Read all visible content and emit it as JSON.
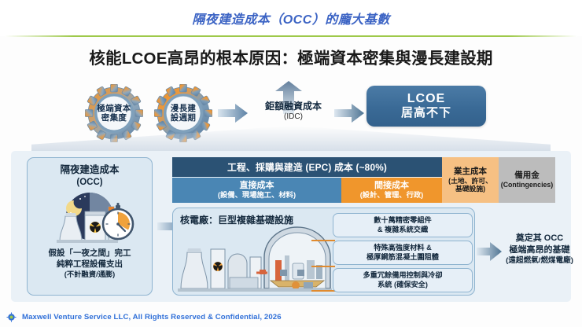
{
  "header": {
    "title": "隔夜建造成本（OCC）的龐大基數"
  },
  "main_title": "核能LCOE高昂的根本原因：極端資本密集與漫長建設期",
  "flow": {
    "gear_a_line1": "極端資本",
    "gear_a_line2": "密集度",
    "gear_b_line1": "漫長建",
    "gear_b_line2": "設週期",
    "idc_label": "鉅額融資成本",
    "idc_sub": "(IDC)",
    "lcoe_en": "LCOE",
    "lcoe_zh": "居高不下"
  },
  "panel": {
    "occ": {
      "title_line1": "隔夜建造成本",
      "title_line2": "(OCC)",
      "note_line1": "假設「一夜之間」完工",
      "note_line2": "純粹工程設備支出",
      "note_line3": "(不計融資/通膨)"
    },
    "epc": {
      "header": "工程、採購與建造 (EPC) 成本 (~80%)",
      "direct_title": "直接成本",
      "direct_sub": "(設備、現場施工、材料)",
      "indirect_title": "間接成本",
      "indirect_sub": "(設計、管理、行政)"
    },
    "owner_cost": {
      "title": "業主成本",
      "sub_line1": "(土地、許可、",
      "sub_line2": "基礎設施)"
    },
    "contingency": {
      "title": "備用金",
      "sub": "(Contingencies)"
    },
    "npp": {
      "title": "核電廠：巨型複雜基礎設施",
      "bullets": [
        "數十萬精密零組件\n& 複雜系統交織",
        "特殊高強度材料 &\n極厚鋼筋混凝土圍阻體",
        "多重冗餘備用控制與冷卻\n系統 (確保安全)"
      ]
    },
    "final": {
      "line1": "奠定其 OCC",
      "line2": "極端高昂的基礎",
      "line3": "(遠超燃氣/燃煤電廠)"
    }
  },
  "footer": {
    "text": "Maxwell Venture Service LLC, All Rights Reserved & Confidential, 2026"
  },
  "colors": {
    "header_title": "#3b63c4",
    "header_rule": "#9ec94a",
    "epc_header": "#2b5274",
    "direct_cost": "#4a86b4",
    "indirect_cost": "#f0962c",
    "owner_cost": "#f6c083",
    "contingency": "#bcbcbc",
    "lcoe_box": "#3a6a96",
    "panel_bg": "#eaf1f7",
    "card_bg": "#dbe8f2",
    "card_border": "#8fb4d0",
    "footer_text": "#2f6fd8",
    "leader_line": "#e08a2e"
  }
}
